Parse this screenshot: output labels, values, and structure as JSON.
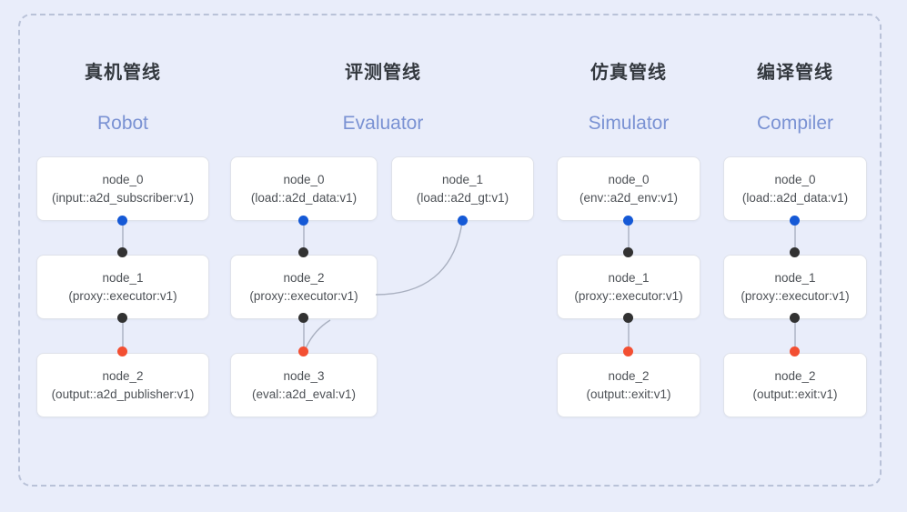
{
  "diagram": {
    "frame": {
      "style": "dashed-rounded-rect",
      "border_color": "#b9c2d8"
    },
    "background_color": "#e9edfa",
    "accent_subtitle_color": "#7a92d3",
    "port_colors": {
      "source": "#1559d6",
      "relay": "#323232",
      "sink": "#f34f32"
    },
    "columns": [
      {
        "id": "robot",
        "title_cn": "真机管线",
        "title_en": "Robot",
        "nodes": [
          {
            "name": "node_0",
            "spec": "(input::a2d_subscriber:v1)"
          },
          {
            "name": "node_1",
            "spec": "(proxy::executor:v1)"
          },
          {
            "name": "node_2",
            "spec": "(output::a2d_publisher:v1)"
          }
        ]
      },
      {
        "id": "evaluator",
        "title_cn": "评测管线",
        "title_en": "Evaluator",
        "nodes": [
          {
            "name": "node_0",
            "spec": "(load::a2d_data:v1)"
          },
          {
            "name": "node_2",
            "spec": "(proxy::executor:v1)"
          },
          {
            "name": "node_3",
            "spec": "(eval::a2d_eval:v1)"
          }
        ],
        "side_nodes": [
          {
            "name": "node_1",
            "spec": "(load::a2d_gt:v1)"
          }
        ]
      },
      {
        "id": "simulator",
        "title_cn": "仿真管线",
        "title_en": "Simulator",
        "nodes": [
          {
            "name": "node_0",
            "spec": "(env::a2d_env:v1)"
          },
          {
            "name": "node_1",
            "spec": "(proxy::executor:v1)"
          },
          {
            "name": "node_2",
            "spec": "(output::exit:v1)"
          }
        ]
      },
      {
        "id": "compiler",
        "title_cn": "编译管线",
        "title_en": "Compiler",
        "nodes": [
          {
            "name": "node_0",
            "spec": "(load::a2d_data:v1)"
          },
          {
            "name": "node_1",
            "spec": "(proxy::executor:v1)"
          },
          {
            "name": "node_2",
            "spec": "(output::exit:v1)"
          }
        ]
      }
    ]
  }
}
